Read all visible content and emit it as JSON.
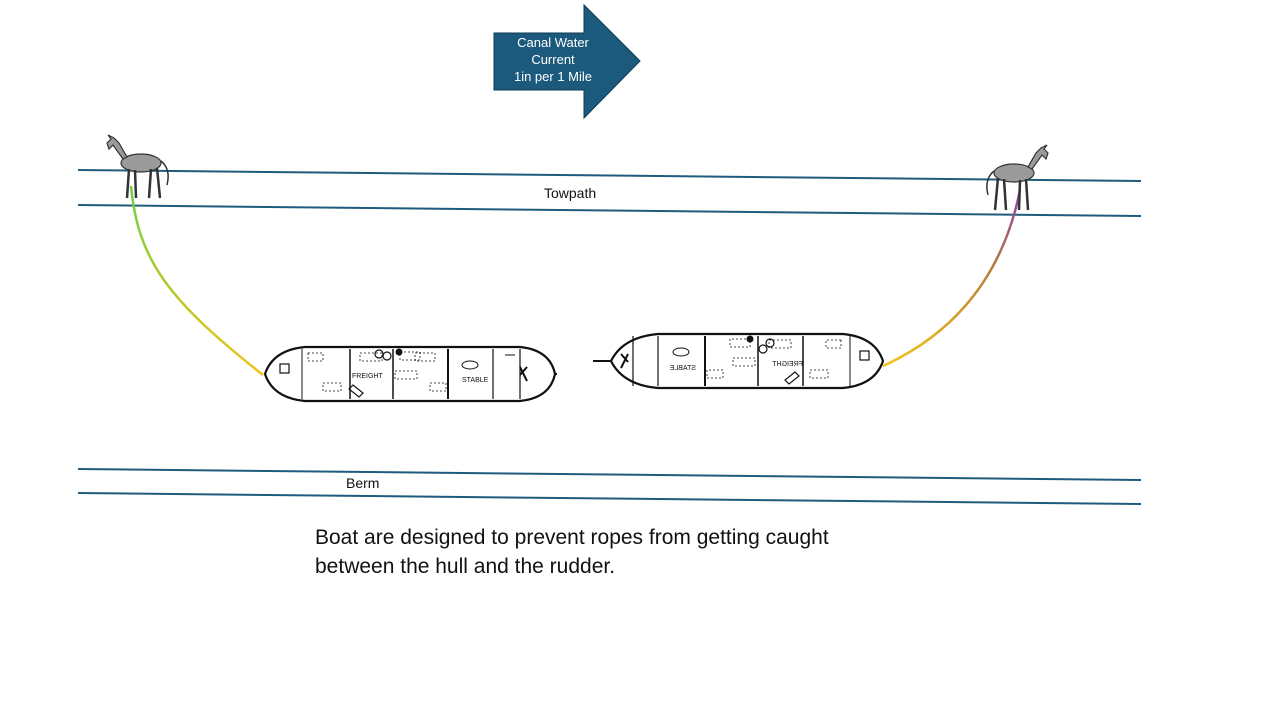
{
  "arrow": {
    "line1": "Canal Water",
    "line2": "Current",
    "line3": "1in per 1 Mile",
    "fill": "#1b5a7c"
  },
  "labels": {
    "towpath": "Towpath",
    "berm": "Berm"
  },
  "boat_text": {
    "freight": "FREIGHT",
    "stable": "STABLE"
  },
  "caption": {
    "line1": "Boat are designed to prevent ropes from getting caught",
    "line2": "between the hull and the rudder."
  },
  "colors": {
    "canal_lines": "#1f5b7c",
    "rope_left_start": "#6fcf44",
    "rope_left_end": "#f0c419",
    "rope_right_start": "#f0c419",
    "rope_right_end": "#8e44ad"
  },
  "icons": [
    "mule-icon",
    "canal-boat-icon",
    "current-arrow-icon"
  ]
}
